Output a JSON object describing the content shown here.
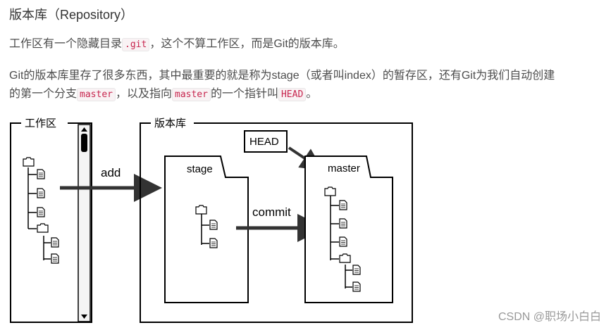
{
  "heading": "版本库（Repository）",
  "para1": {
    "before": "工作区有一个隐藏目录",
    "code": ".git",
    "after": "，这个不算工作区，而是Git的版本库。"
  },
  "para2": {
    "line1": "Git的版本库里存了很多东西，其中最重要的就是称为stage（或者叫index）的暂存区，还有Git为我们自动创建",
    "line2_before": "的第一个分支",
    "code_master": "master",
    "line2_mid": "，以及指向",
    "code_master2": "master",
    "line2_mid2": "的一个指针叫",
    "code_head": "HEAD",
    "line2_end": "。"
  },
  "diagram": {
    "workspace_label": "工作区",
    "repo_label": "版本库",
    "add_label": "add",
    "commit_label": "commit",
    "stage_label": "stage",
    "master_label": "master",
    "head_label": "HEAD"
  },
  "watermark": "CSDN @职场小白白"
}
